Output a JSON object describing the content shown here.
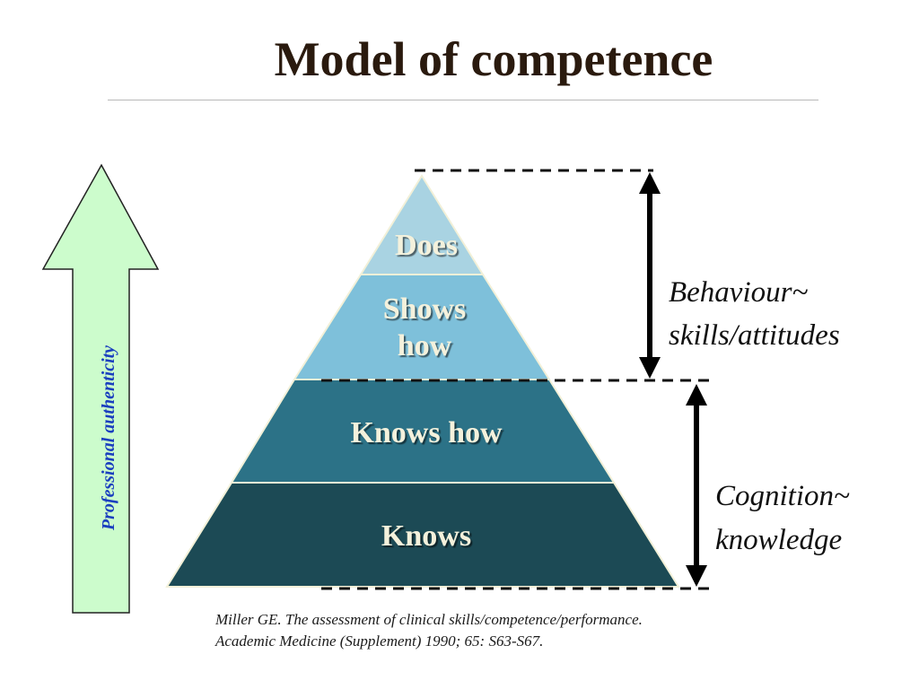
{
  "slide": {
    "title": "Model of competence"
  },
  "arrow": {
    "label": "Professional authenticity",
    "fill_color": "#ccfccc",
    "label_color": "#1a3fbf"
  },
  "pyramid": {
    "tiers": [
      {
        "lines": [
          "Does"
        ],
        "color": "#a9d3e2"
      },
      {
        "lines": [
          "Shows",
          "how"
        ],
        "color": "#7ec0da"
      },
      {
        "lines": [
          "Knows how"
        ],
        "color": "#2c7287"
      },
      {
        "lines": [
          "Knows"
        ],
        "color": "#1c4a55"
      }
    ]
  },
  "brackets": {
    "upper": {
      "lines": [
        "Behaviour~",
        "skills/attitudes"
      ]
    },
    "lower": {
      "lines": [
        "Cognition~",
        "knowledge"
      ]
    }
  },
  "citation": {
    "line1": "Miller GE. The assessment of  clinical skills/competence/performance.",
    "line2": "Academic Medicine (Supplement) 1990; 65: S63-S67."
  }
}
